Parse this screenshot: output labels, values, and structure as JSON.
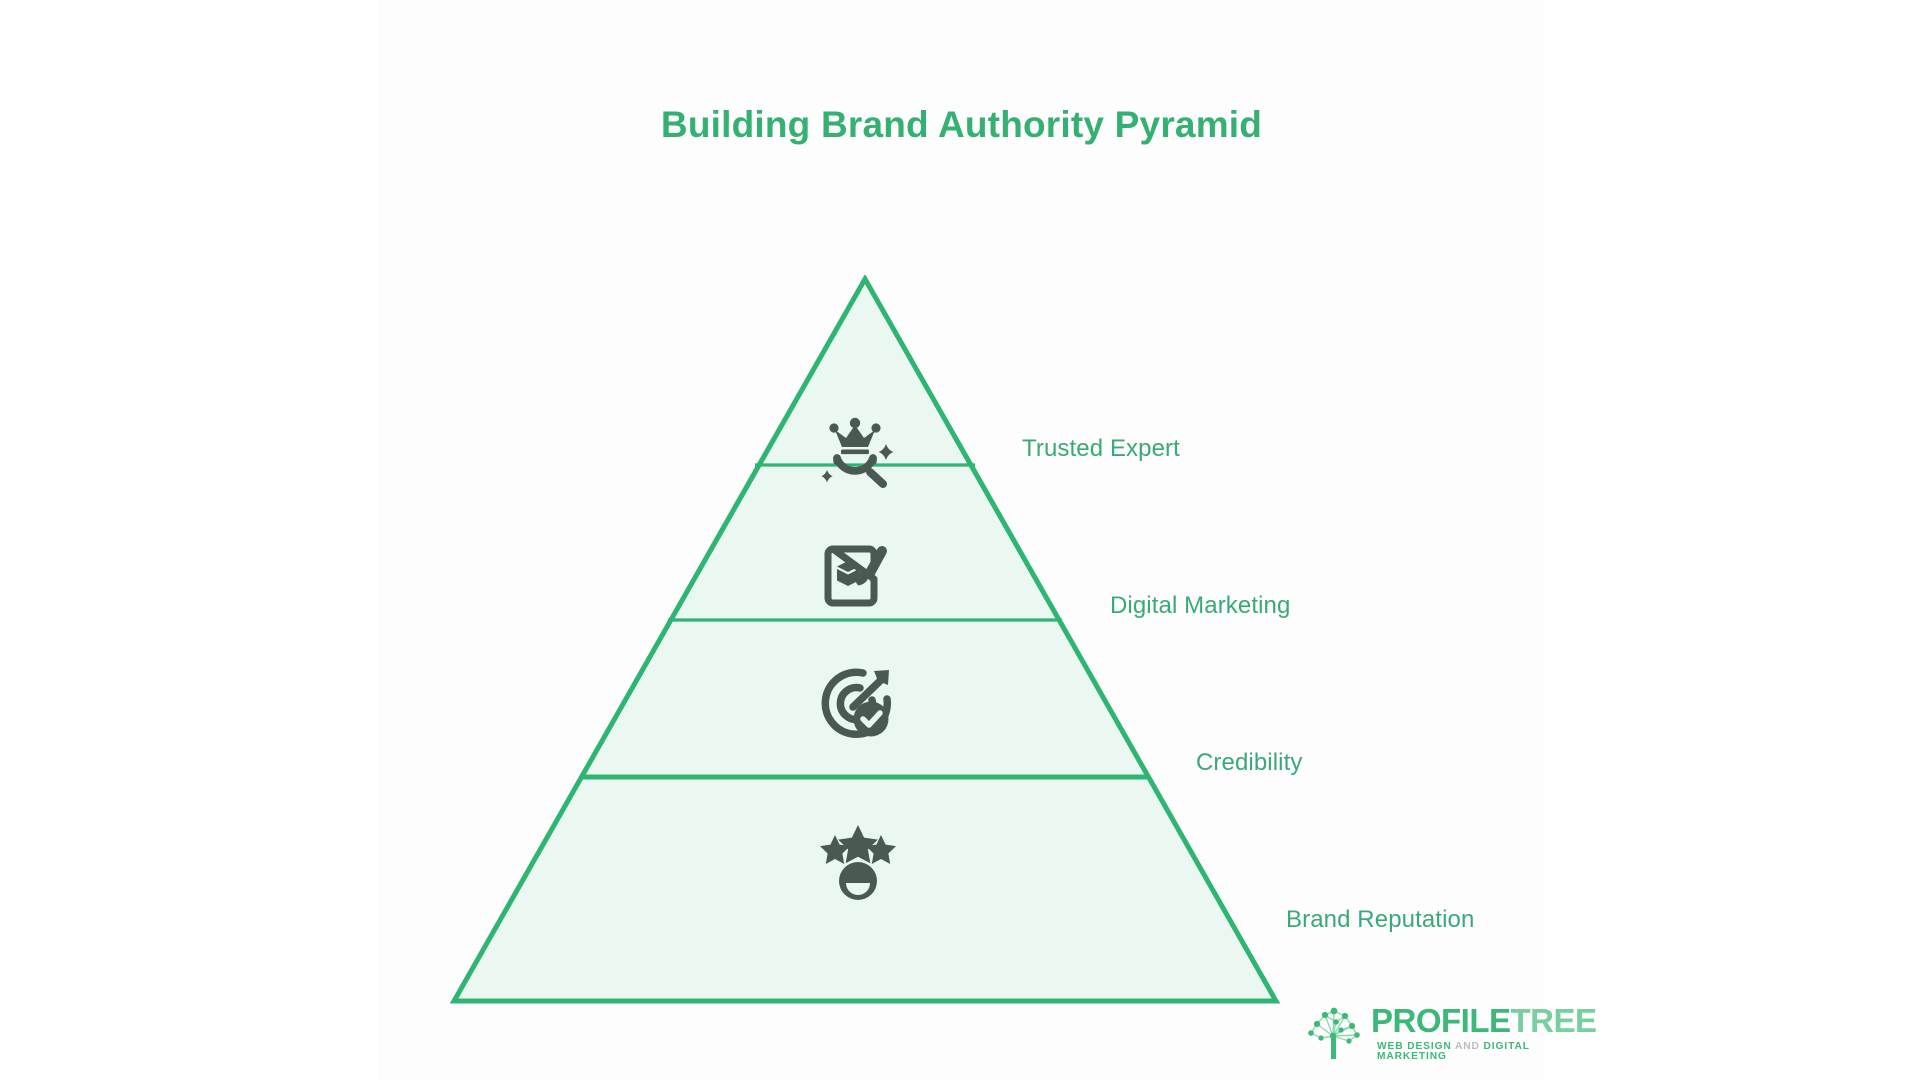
{
  "chart_data": {
    "type": "pyramid",
    "title": "Building Brand Authority Pyramid",
    "orientation": "bottom-wide",
    "level_count": 4,
    "levels": [
      {
        "rank": 1,
        "position": "top",
        "label": "Trusted Expert",
        "icon": "crown-magnifier-icon"
      },
      {
        "rank": 2,
        "position": "upper-middle",
        "label": "Digital Marketing",
        "icon": "tablet-cube-brush-icon"
      },
      {
        "rank": 3,
        "position": "lower-middle",
        "label": "Credibility",
        "icon": "target-arrow-check-icon"
      },
      {
        "rank": 4,
        "position": "base",
        "label": "Brand Reputation",
        "icon": "stars-person-icon"
      }
    ],
    "colors": {
      "title": "#35b073",
      "outline": "#2eb573",
      "fill": "#eaf8f1",
      "label": "#3aa978",
      "icon": "#4a5a52",
      "background": "#ffffff"
    }
  },
  "diagram": {
    "title": "Building Brand Authority Pyramid",
    "labels": {
      "tier_1": "Trusted Expert",
      "tier_2": "Digital Marketing",
      "tier_3": "Credibility",
      "tier_4": "Brand Reputation"
    }
  },
  "logo": {
    "name_bold": "PROFILE",
    "name_light": "TREE",
    "tagline_part_1": "WEB DESIGN ",
    "tagline_part_2": "AND ",
    "tagline_part_3": "DIGITAL MARKETING"
  }
}
